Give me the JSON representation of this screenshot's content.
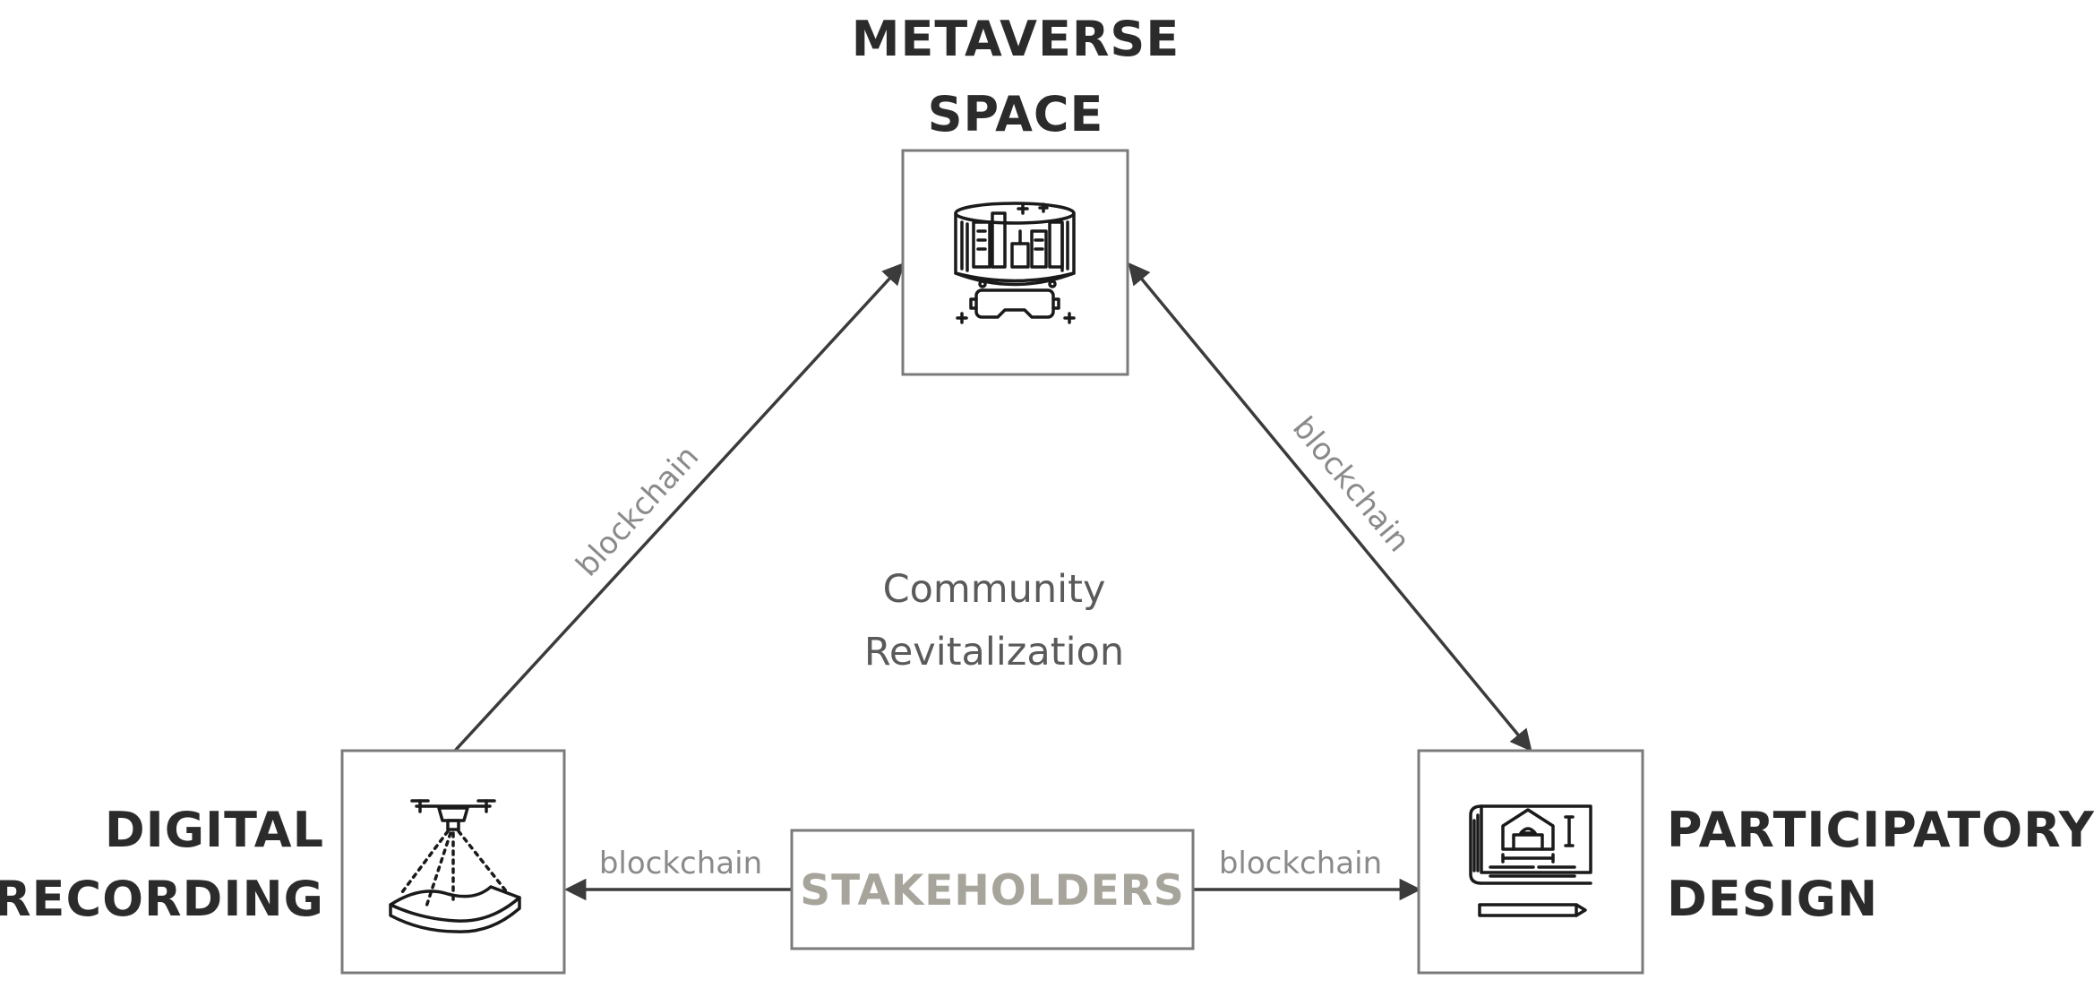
{
  "nodes": {
    "metaverse": {
      "title_lines": [
        "METAVERSE",
        "SPACE"
      ],
      "icon": "vr-city-icon"
    },
    "digital_recording": {
      "title_lines": [
        "DIGITAL",
        "RECORDING"
      ],
      "icon": "drone-scan-icon"
    },
    "participatory_design": {
      "title_lines": [
        "PARTICIPATORY",
        "DESIGN"
      ],
      "icon": "blueprint-icon"
    },
    "stakeholders": {
      "label": "STAKEHOLDERS"
    }
  },
  "center_label_lines": [
    "Community",
    "Revitalization"
  ],
  "edges": {
    "left_diagonal": "blockchain",
    "right_diagonal": "blockchain",
    "bottom_left": "blockchain",
    "bottom_right": "blockchain"
  },
  "colors": {
    "title": "#2b2b2b",
    "edge_label": "#8a8a8a",
    "stakeholders_label": "#a7a49b",
    "box_border": "#7b7b7b",
    "arrow": "#3b3b3b"
  }
}
